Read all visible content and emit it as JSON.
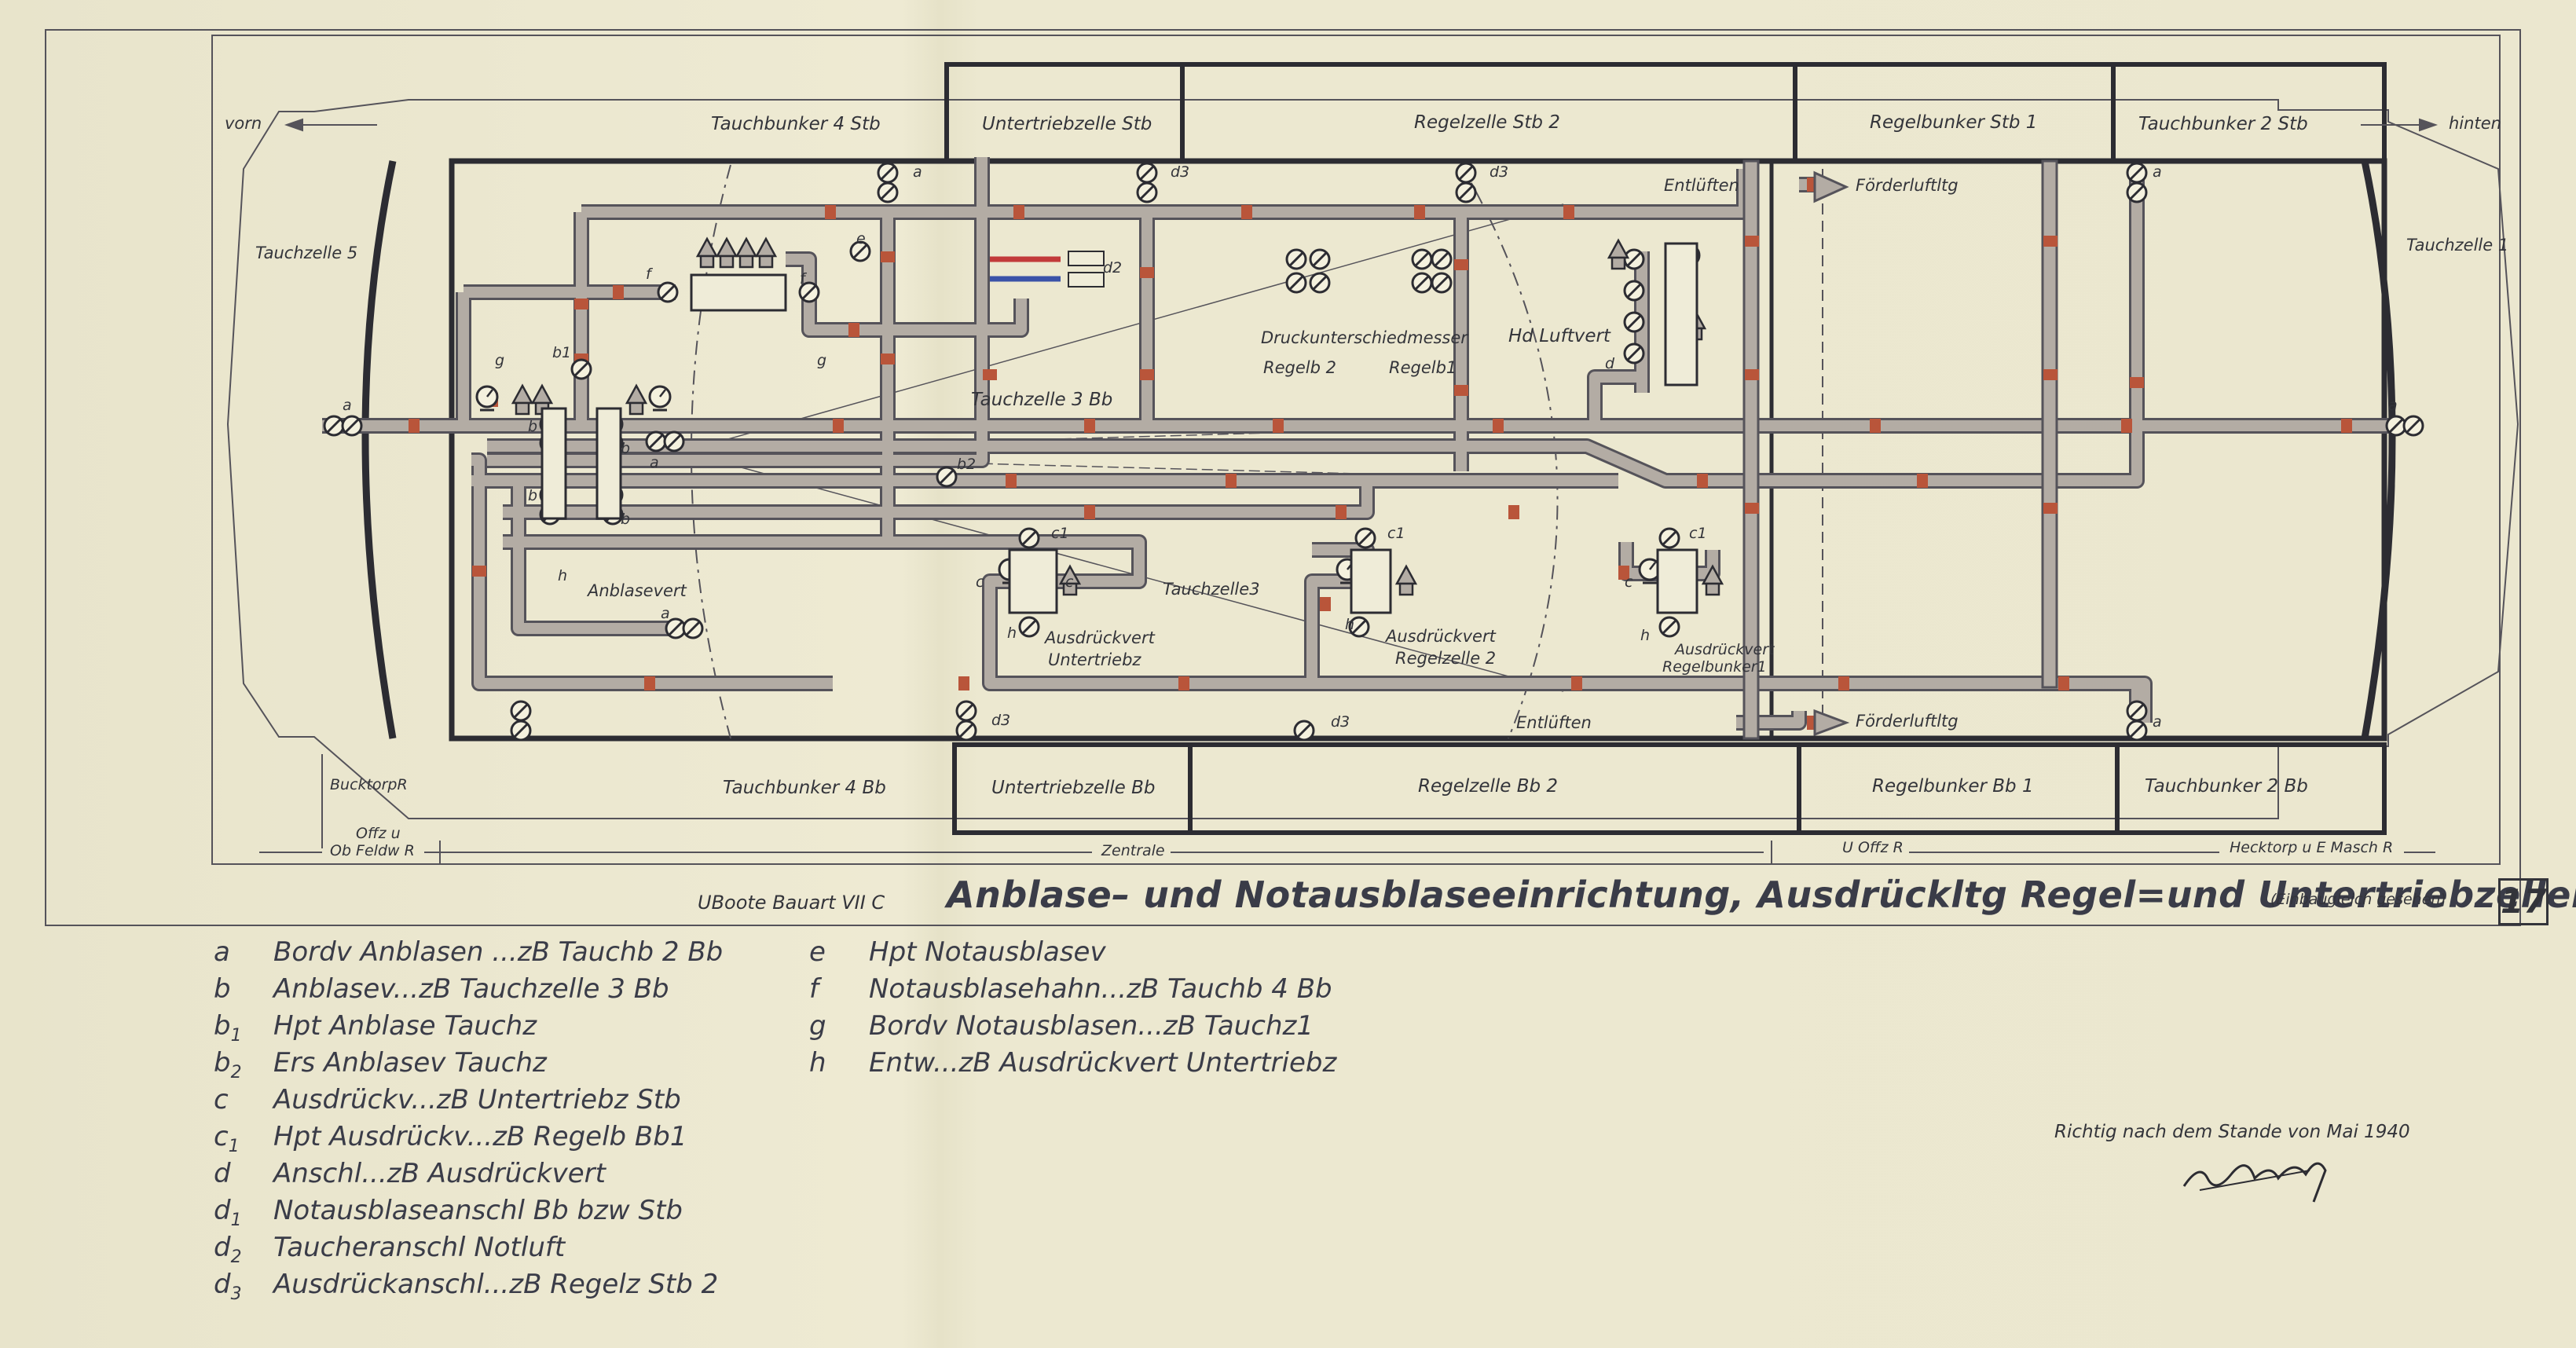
{
  "diagram": {
    "directions": {
      "front": "vorn",
      "rear": "hinten"
    },
    "compartments_top": [
      {
        "id": "tauchbunker-4-stb",
        "label": "Tauchbunker  4 Stb"
      },
      {
        "id": "untertriebzelle-stb",
        "label": "Untertriebzelle  Stb"
      },
      {
        "id": "regelzelle-stb-2",
        "label": "Regelzelle  Stb 2"
      },
      {
        "id": "regelbunker-stb-1",
        "label": "Regelbunker  Stb 1"
      },
      {
        "id": "tauchbunker-2-stb",
        "label": "Tauchbunker  2 Stb"
      }
    ],
    "compartments_bottom": [
      {
        "id": "tauchbunker-4-bb",
        "label": "Tauchbunker  4  Bb"
      },
      {
        "id": "untertriebzelle-bb",
        "label": "Untertriebzelle  Bb"
      },
      {
        "id": "regelzelle-bb-2",
        "label": "Regelzelle  Bb 2"
      },
      {
        "id": "regelbunker-bb-1",
        "label": "Regelbunker  Bb 1"
      },
      {
        "id": "tauchbunker-2-bb",
        "label": "Tauchbunker  2 Bb"
      }
    ],
    "labels": {
      "tauchzelle5": "Tauchzelle 5",
      "tauchzelle1": "Tauchzelle 1",
      "tauchzelle3bb": "Tauchzelle 3  Bb",
      "tauchzelle3": "Tauchzelle3",
      "druckunterschiedmesser": "Druckunterschiedmesser",
      "regelb2": "Regelb 2",
      "regelb1": "Regelb1",
      "hd_luftvert": "Hd  Luftvert",
      "entlueften_top": "Entlüften",
      "entlueften_bottom": "Entlüften",
      "foerderluft_top": "Förderluftltg",
      "foerderluft_bottom": "Förderluftltg",
      "anblasevert": "Anblasevert",
      "ausdr_untertriebz_1": "Ausdrückvert",
      "ausdr_untertriebz_2": "Untertriebz",
      "ausdr_regelz2_1": "Ausdrückvert",
      "ausdr_regelz2_2": "Regelzelle 2",
      "ausdr_regelb1_1": "Ausdrückvert",
      "ausdr_regelb1_2": "Regelbunker1",
      "bucktorp": "BucktorpR",
      "offz_line1": "Offz  u",
      "offz_line2": "Ob Feldw  R",
      "zentrale": "Zentrale",
      "u_offz": "U Offz  R",
      "hecktorp": "Hecktorp  u  E Masch  R"
    },
    "valve_letters": {
      "a": "a",
      "b": "b",
      "b1": "b1",
      "b2": "b2",
      "c": "c",
      "c1": "c1",
      "d": "d",
      "d2": "d2",
      "d3": "d3",
      "e": "e",
      "f": "f",
      "g": "g",
      "h": "h"
    },
    "colors": {
      "pipe": "#b3aca4",
      "pipe_edge": "#55535a",
      "flange": "#b9553a",
      "hull": "#2c2c32",
      "blue": "#3a52a8",
      "red": "#c23a3a"
    }
  },
  "caption": {
    "bauart": "UBoote Bauart  VII C",
    "title": "Anblase– und Notausblaseeinrichtung, Ausdrückltg Regel=und Untertriebzellen",
    "subtitle": "(Einbaugleich gesehen)",
    "page_number": "17"
  },
  "legend_left": [
    {
      "key": "a",
      "text": "Bordv  Anblasen ...zB  Tauchb  2 Bb"
    },
    {
      "key": "b",
      "text": "Anblasev...zB  Tauchzelle 3 Bb"
    },
    {
      "key": "b",
      "sub": "1",
      "text": "Hpt Anblase Tauchz"
    },
    {
      "key": "b",
      "sub": "2",
      "text": "Ers Anblasev Tauchz"
    },
    {
      "key": "c",
      "text": "Ausdrückv...zB Untertriebz Stb"
    },
    {
      "key": "c",
      "sub": "1",
      "text": "Hpt Ausdrückv...zB Regelb Bb1"
    },
    {
      "key": "d",
      "text": "Anschl...zB Ausdrückvert"
    },
    {
      "key": "d",
      "sub": "1",
      "text": "Notausblaseanschl Bb bzw Stb"
    },
    {
      "key": "d",
      "sub": "2",
      "text": "Taucheranschl Notluft"
    },
    {
      "key": "d",
      "sub": "3",
      "text": "Ausdrückanschl...zB  Regelz Stb 2"
    }
  ],
  "legend_right": [
    {
      "key": "e",
      "text": "Hpt Notausblasev"
    },
    {
      "key": "f",
      "text": "Notausblasehahn...zB Tauchb 4 Bb"
    },
    {
      "key": "g",
      "text": "Bordv  Notausblasen...zB  Tauchz1"
    },
    {
      "key": "h",
      "text": "Entw...zB  Ausdrückvert  Untertriebz"
    }
  ],
  "footer": {
    "stand": "Richtig nach dem Stande von Mai 1940"
  }
}
